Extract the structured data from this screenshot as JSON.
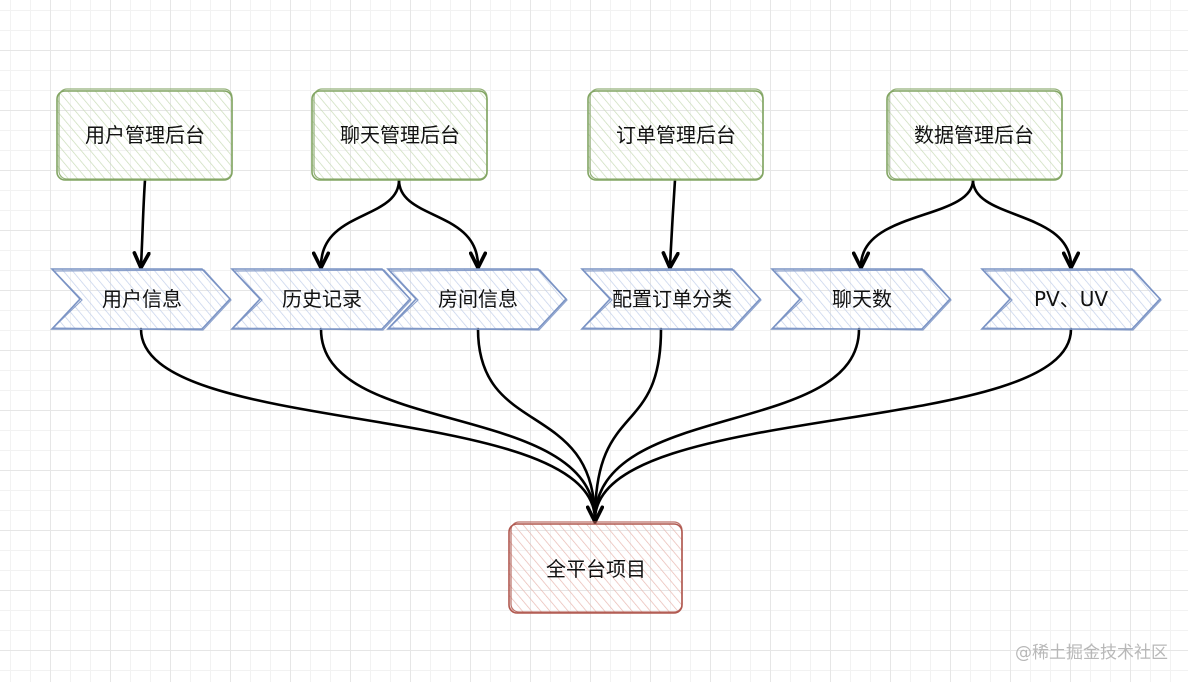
{
  "diagram": {
    "colors": {
      "backend_stroke": "#82a563",
      "backend_hatch": "#c9dcb8",
      "module_stroke": "#7a93c4",
      "module_hatch": "#c3d0ea",
      "platform_stroke": "#b0584f",
      "platform_hatch": "#e8b9b2",
      "edge": "#000000"
    },
    "backends": [
      {
        "id": "b1",
        "label": "用户管理后台"
      },
      {
        "id": "b2",
        "label": "聊天管理后台"
      },
      {
        "id": "b3",
        "label": "订单管理后台"
      },
      {
        "id": "b4",
        "label": "数据管理后台"
      }
    ],
    "modules": [
      {
        "id": "m1",
        "label": "用户信息"
      },
      {
        "id": "m2",
        "label": "历史记录"
      },
      {
        "id": "m3",
        "label": "房间信息"
      },
      {
        "id": "m4",
        "label": "配置订单分类"
      },
      {
        "id": "m5",
        "label": "聊天数"
      },
      {
        "id": "m6",
        "label": "PV、UV"
      }
    ],
    "platform": {
      "id": "p1",
      "label": "全平台项目"
    },
    "edges_backend_to_module": [
      {
        "from": "b1",
        "to": "m1"
      },
      {
        "from": "b2",
        "to": "m2"
      },
      {
        "from": "b2",
        "to": "m3"
      },
      {
        "from": "b3",
        "to": "m4"
      },
      {
        "from": "b4",
        "to": "m5"
      },
      {
        "from": "b4",
        "to": "m6"
      }
    ],
    "edges_module_to_platform": [
      {
        "from": "m1",
        "to": "p1"
      },
      {
        "from": "m2",
        "to": "p1"
      },
      {
        "from": "m3",
        "to": "p1"
      },
      {
        "from": "m4",
        "to": "p1"
      },
      {
        "from": "m5",
        "to": "p1"
      },
      {
        "from": "m6",
        "to": "p1"
      }
    ]
  },
  "watermark": {
    "text": "@稀土掘金技术社区"
  }
}
